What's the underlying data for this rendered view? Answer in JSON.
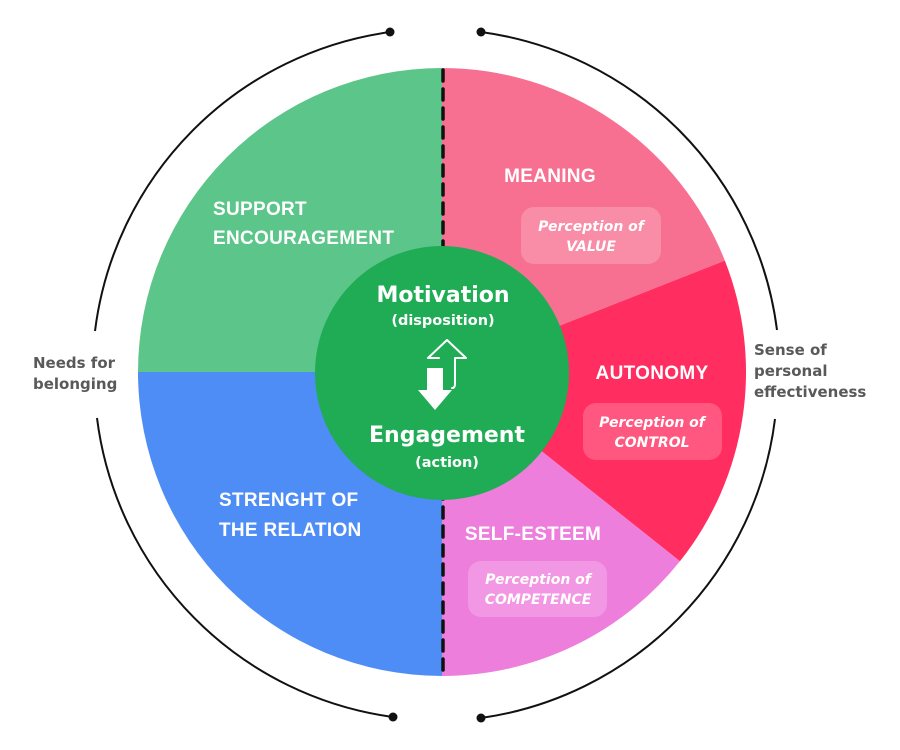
{
  "diagram": {
    "center": {
      "title_top": "Motivation",
      "subtitle_top": "(disposition)",
      "title_bottom": "Engagement",
      "subtitle_bottom": "(action)",
      "icon": "two-way-arrows-icon",
      "color": "#1FAC55"
    },
    "segments": [
      {
        "id": "meaning",
        "title": [
          "MEANING"
        ],
        "pill": [
          "Perception of",
          "VALUE"
        ],
        "color": "#F87091"
      },
      {
        "id": "autonomy",
        "title": [
          "AUTONOMY"
        ],
        "pill": [
          "Perception of",
          "CONTROL"
        ],
        "color": "#FF2D60"
      },
      {
        "id": "self-esteem",
        "title": [
          "SELF-ESTEEM"
        ],
        "pill": [
          "Perception of",
          "COMPETENCE"
        ],
        "color": "#EE7EDC"
      },
      {
        "id": "strength",
        "title": [
          "STRENGHT OF",
          "THE RELATION"
        ],
        "color": "#4F8DF6"
      },
      {
        "id": "support",
        "title": [
          "SUPPORT",
          "ENCOURAGEMENT"
        ],
        "color": "#5CC589"
      }
    ],
    "left_label": [
      "Needs for",
      "belonging"
    ],
    "right_label": [
      "Sense of",
      "personal",
      "effectiveness"
    ],
    "line_color": "#111111",
    "label_color": "#595959"
  }
}
